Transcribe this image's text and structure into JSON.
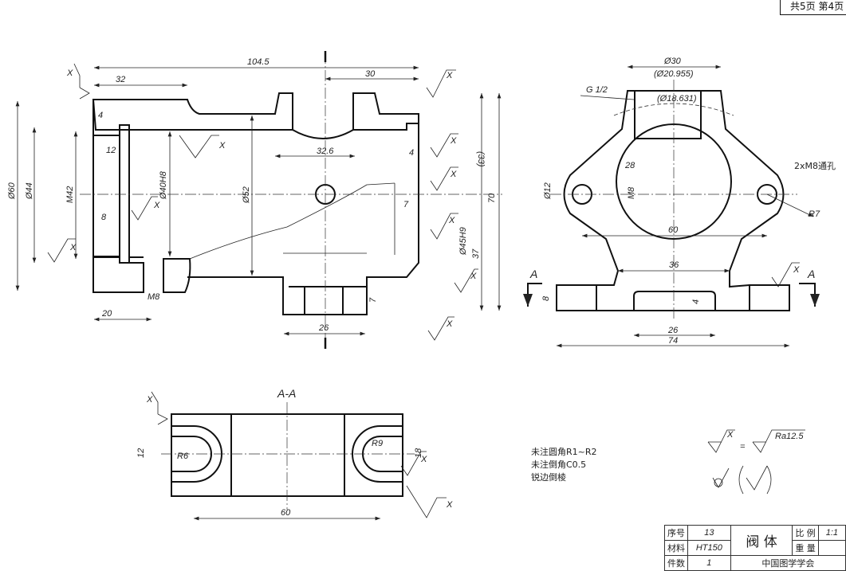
{
  "page_info": "共5页 第4页",
  "views": {
    "front": {
      "dims": {
        "overall_length": "104.5",
        "left_32": "32",
        "right_30": "30",
        "d60": "Ø60",
        "d44": "Ø44",
        "m42": "M42",
        "w4": "4",
        "w12": "12",
        "w8": "8",
        "d40h8": "Ø40H8",
        "d52": "Ø52",
        "w32_6": "32.6",
        "r4": "4",
        "r7": "7",
        "h33": "(33)",
        "h70": "70",
        "d45h9": "Ø45H9",
        "h37": "37",
        "h7": "7",
        "m8": "M8",
        "w20": "20",
        "w26": "26"
      },
      "roughness_symbol": "X"
    },
    "side": {
      "dims": {
        "d30": "Ø30",
        "d20_955": "(Ø20.955)",
        "d18_631": "(Ø18.631)",
        "g12": "G 1/2",
        "w28": "28",
        "d12": "Ø12",
        "m8": "M8",
        "holes": "2xM8通孔",
        "r7": "R7",
        "w60": "60",
        "w36": "36",
        "h8": "8",
        "h4": "4",
        "w26": "26",
        "w74": "74"
      },
      "section_mark": "A"
    },
    "section_aa": {
      "title": "A-A",
      "dims": {
        "h12": "12",
        "r6": "R6",
        "r9": "R9",
        "h18": "18",
        "w60": "60"
      }
    }
  },
  "notes": [
    "未注圆角R1~R2",
    "未注倒角C0.5",
    "锐边倒棱"
  ],
  "roughness_legend": {
    "symbol": "X",
    "equals": "=",
    "value": "Ra12.5"
  },
  "title_block": {
    "seq_label": "序号",
    "seq_value": "13",
    "part_name": "阀 体",
    "scale_label": "比 例",
    "scale_value": "1:1",
    "material_label": "材料",
    "material_value": "HT150",
    "weight_label": "重 量",
    "weight_value": "",
    "qty_label": "件数",
    "qty_value": "1",
    "org": "中国图学学会"
  }
}
